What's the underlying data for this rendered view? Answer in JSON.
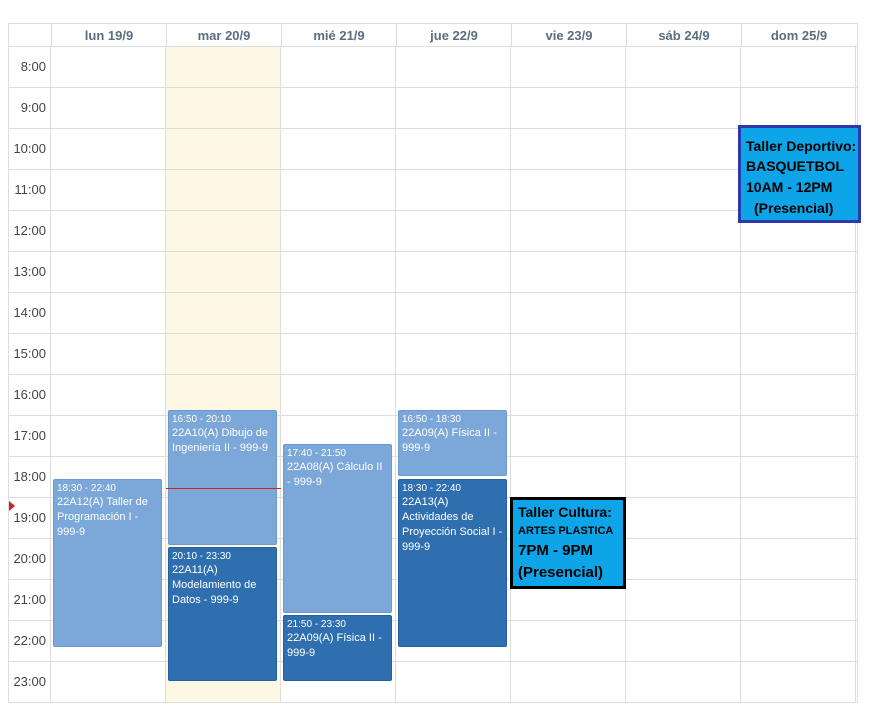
{
  "days": [
    "lun 19/9",
    "mar 20/9",
    "mié 21/9",
    "jue 22/9",
    "vie 23/9",
    "sáb 24/9",
    "dom 25/9"
  ],
  "hours": [
    "8:00",
    "9:00",
    "10:00",
    "11:00",
    "12:00",
    "13:00",
    "14:00",
    "15:00",
    "16:00",
    "17:00",
    "18:00",
    "19:00",
    "20:00",
    "21:00",
    "22:00",
    "23:00"
  ],
  "today_index": 1,
  "now_time": "18:45",
  "events": [
    {
      "day": 0,
      "start": "18:30",
      "end": "22:40",
      "time": "18:30 - 22:40",
      "title": "22A12(A) Taller de Programación I - 999-9",
      "style": "light"
    },
    {
      "day": 1,
      "start": "16:50",
      "end": "20:10",
      "time": "16:50 - 20:10",
      "title": "22A10(A) Dibujo de Ingeniería II  - 999-9",
      "style": "light"
    },
    {
      "day": 1,
      "start": "20:10",
      "end": "23:30",
      "time": "20:10 - 23:30",
      "title": "22A11(A) Modelamiento de Datos - 999-9",
      "style": "dark"
    },
    {
      "day": 2,
      "start": "17:40",
      "end": "21:50",
      "time": "17:40 - 21:50",
      "title": "22A08(A) Cálculo II - 999-9",
      "style": "light"
    },
    {
      "day": 2,
      "start": "21:50",
      "end": "23:30",
      "time": "21:50 - 23:30",
      "title": "22A09(A) Física II - 999-9",
      "style": "dark"
    },
    {
      "day": 3,
      "start": "16:50",
      "end": "18:30",
      "time": "16:50 - 18:30",
      "title": "22A09(A) Física II - 999-9",
      "style": "light"
    },
    {
      "day": 3,
      "start": "18:30",
      "end": "22:40",
      "time": "18:30 - 22:40",
      "title": "22A13(A) Actividades de Proyección Social I - 999-9",
      "style": "dark"
    }
  ],
  "overlays": {
    "deportivo": {
      "line1": "Taller Deportivo:",
      "line2": "BASQUETBOL",
      "line3": "10AM - 12PM",
      "line4": "(Presencial)",
      "border_color": "#2b3aa8"
    },
    "cultura": {
      "line1": "Taller Cultura:",
      "line2": "ARTES PLASTICA",
      "line3": "7PM - 9PM",
      "line4": "(Presencial)",
      "border_color": "#000000"
    }
  }
}
